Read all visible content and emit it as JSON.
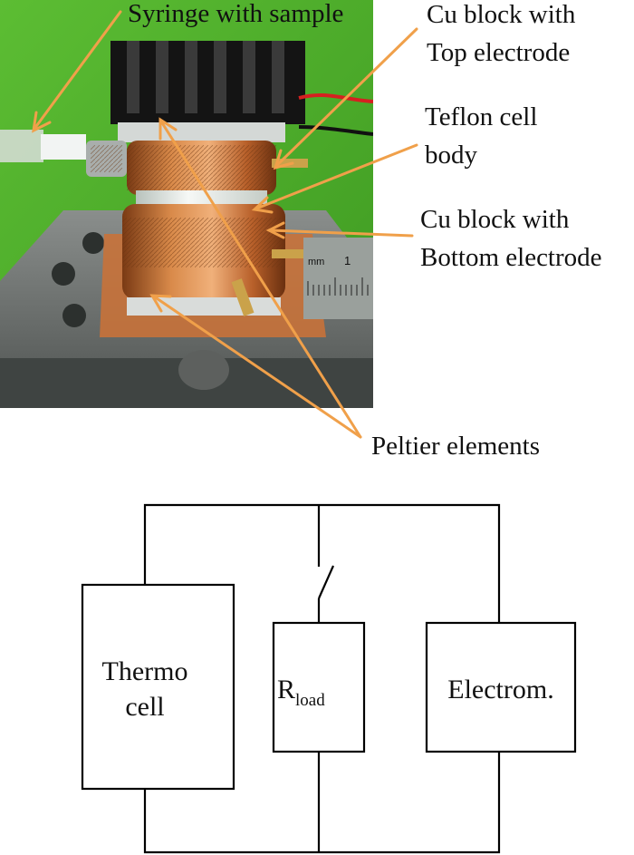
{
  "photo": {
    "labels": {
      "syringe": "Syringe with sample",
      "top_block_1": "Cu block with",
      "top_block_2": "Top electrode",
      "teflon_1": "Teflon cell",
      "teflon_2": "body",
      "bottom_block_1": "Cu block with",
      "bottom_block_2": "Bottom electrode",
      "peltier": "Peltier elements"
    },
    "ruler_text": "mm",
    "ruler_digit": "1"
  },
  "circuit": {
    "thermo_cell_1": "Thermo",
    "thermo_cell_2": "cell",
    "rload_main": "R",
    "rload_sub": "load",
    "electrometer": "Electrom."
  },
  "colors": {
    "arrow": "#f0a04a",
    "background_green": "#4caf2a",
    "copper": "#c8723a",
    "teflon": "#eef0ee",
    "steel": "#6a6e6c"
  }
}
